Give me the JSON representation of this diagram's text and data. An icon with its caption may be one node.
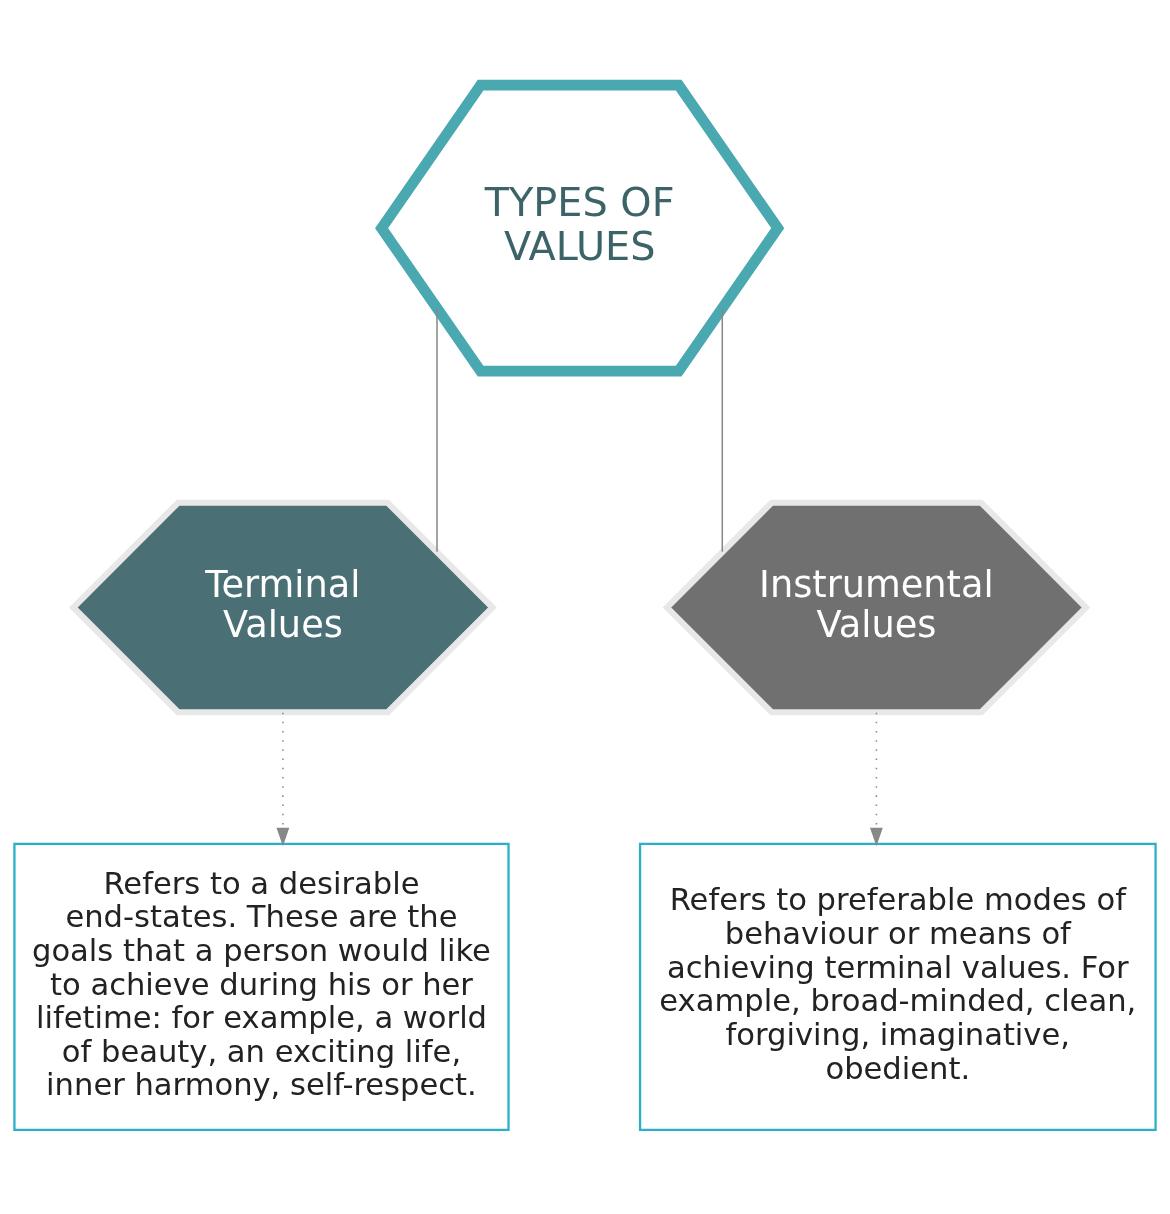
{
  "diagram": {
    "nodes": [
      {
        "text": [
          "TYPES OF VALUES"
        ]
      },
      {
        "text": [
          "Terminal Values"
        ]
      },
      {
        "text": [
          "Instrumental Values"
        ]
      },
      {
        "text": [
          "Refers to a desirable end-states. These are the goals that a person would like to achieve during his or her lifetime: for example, a world of beauty, an exciting life, inner harmony, self-respect."
        ]
      },
      {
        "text": [
          "Refers to preferable modes of behaviour or means of achieving terminal values. For example, broad-minded, clean, forgiving, imaginative, obedient."
        ]
      }
    ],
    "edges": [
      {
        "from": 0,
        "to": 1,
        "arrow": "none"
      },
      {
        "from": 0,
        "to": 2,
        "arrow": "none"
      },
      {
        "from": 1,
        "to": 3,
        "arrow": "to",
        "style": "dashed"
      },
      {
        "from": 2,
        "to": 4,
        "arrow": "to",
        "style": "dashed"
      }
    ]
  }
}
